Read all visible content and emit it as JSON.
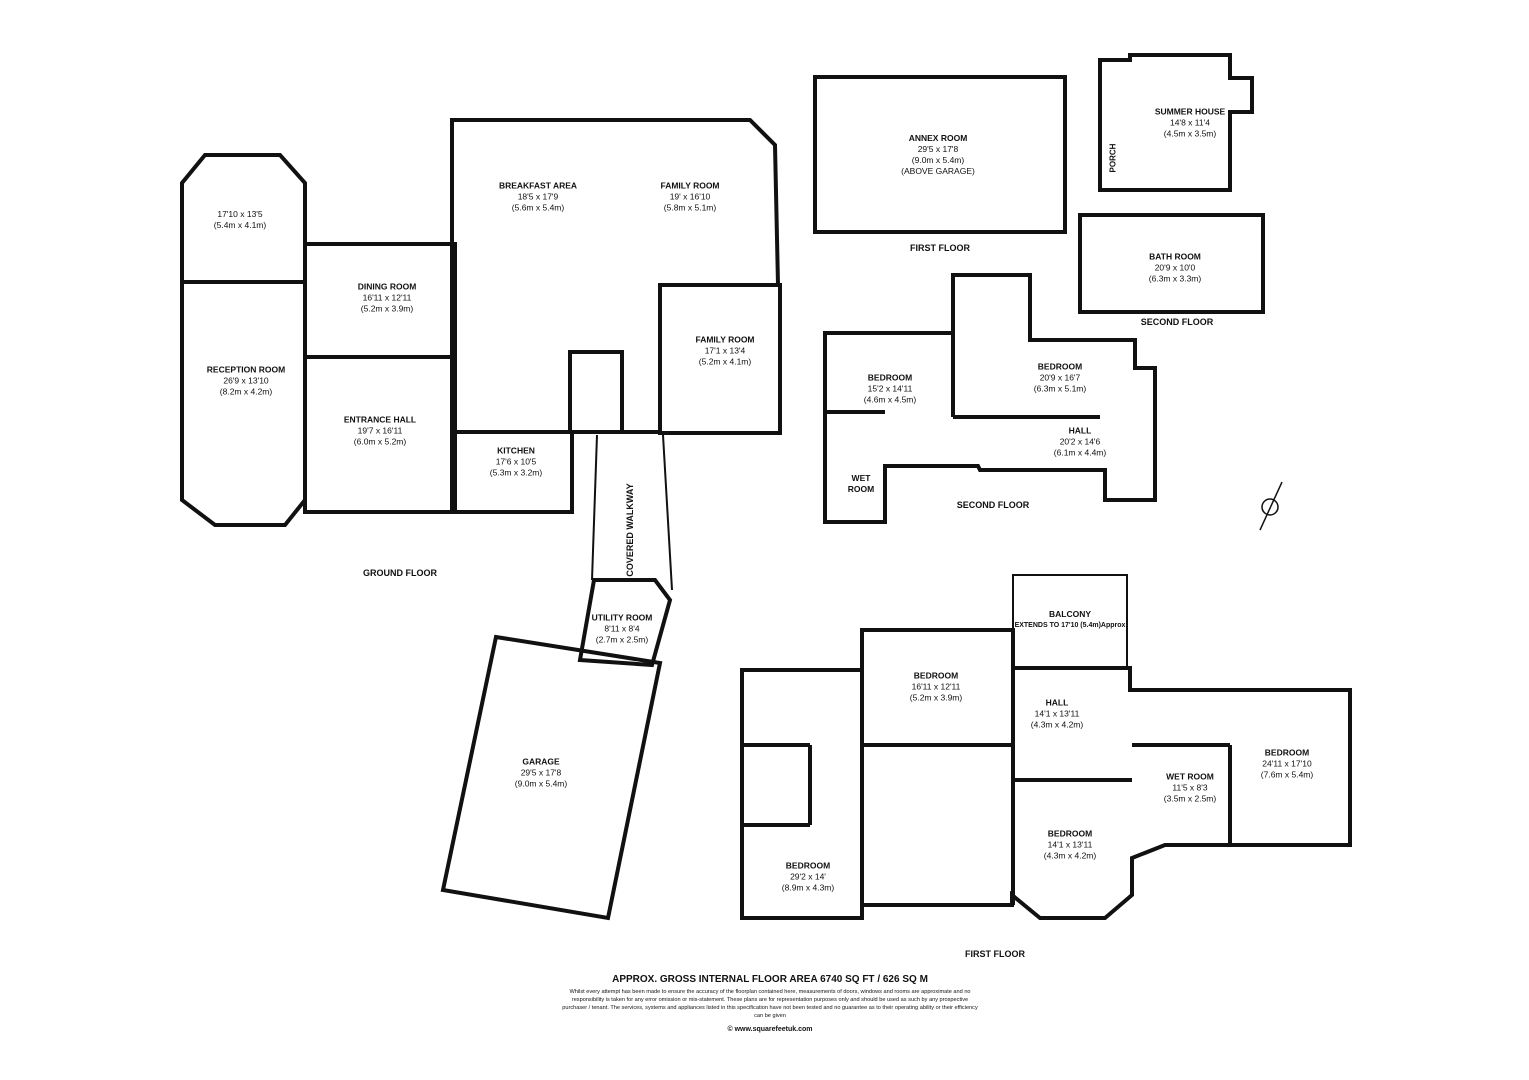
{
  "ground_floor": {
    "label": "GROUND FLOOR",
    "rooms": [
      {
        "name": "",
        "size": "17'10 x 13'5",
        "metric": "(5.4m x 4.1m)"
      },
      {
        "name": "DINING ROOM",
        "size": "16'11 x 12'11",
        "metric": "(5.2m x 3.9m)"
      },
      {
        "name": "RECEPTION ROOM",
        "size": "26'9 x 13'10",
        "metric": "(8.2m x 4.2m)"
      },
      {
        "name": "ENTRANCE HALL",
        "size": "19'7 x 16'11",
        "metric": "(6.0m x 5.2m)"
      },
      {
        "name": "BREAKFAST AREA",
        "size": "18'5 x 17'9",
        "metric": "(5.6m x 5.4m)"
      },
      {
        "name": "FAMILY ROOM",
        "size": "19' x 16'10",
        "metric": "(5.8m x 5.1m)"
      },
      {
        "name": "FAMILY ROOM",
        "size": "17'1 x 13'4",
        "metric": "(5.2m x 4.1m)"
      },
      {
        "name": "KITCHEN",
        "size": "17'6 x 10'5",
        "metric": "(5.3m x 3.2m)"
      },
      {
        "name": "UTILITY ROOM",
        "size": "8'11 x 8'4",
        "metric": "(2.7m x 2.5m)"
      },
      {
        "name": "GARAGE",
        "size": "29'5 x 17'8",
        "metric": "(9.0m x 5.4m)"
      }
    ],
    "walkway": "COVERED WALKWAY"
  },
  "annex": {
    "label": "FIRST FLOOR",
    "room": {
      "name": "ANNEX ROOM",
      "size": "29'5 x 17'8",
      "metric": "(9.0m x 5.4m)",
      "note": "(ABOVE GARAGE)"
    }
  },
  "summer_house": {
    "name": "SUMMER HOUSE",
    "size": "14'8 x 11'4",
    "metric": "(4.5m x 3.5m)",
    "porch": "PORCH"
  },
  "bath_room": {
    "name": "BATH ROOM",
    "size": "20'9 x 10'0",
    "metric": "(6.3m x 3.3m)",
    "label": "SECOND FLOOR"
  },
  "second_floor": {
    "label": "SECOND FLOOR",
    "rooms": [
      {
        "name": "BEDROOM",
        "size": "15'2 x 14'11",
        "metric": "(4.6m x 4.5m)"
      },
      {
        "name": "BEDROOM",
        "size": "20'9 x 16'7",
        "metric": "(6.3m x 5.1m)"
      },
      {
        "name": "HALL",
        "size": "20'2 x 14'6",
        "metric": "(6.1m x 4.4m)"
      },
      {
        "name": "WET ROOM",
        "size": "",
        "metric": ""
      }
    ]
  },
  "first_floor": {
    "label": "FIRST FLOOR",
    "balcony": {
      "name": "BALCONY",
      "note": "EXTENDS TO 17'10 (5.4m)Approx"
    },
    "rooms": [
      {
        "name": "BEDROOM",
        "size": "16'11 x 12'11",
        "metric": "(5.2m x 3.9m)"
      },
      {
        "name": "HALL",
        "size": "14'1 x 13'11",
        "metric": "(4.3m x 4.2m)"
      },
      {
        "name": "BEDROOM",
        "size": "24'11 x 17'10",
        "metric": "(7.6m x 5.4m)"
      },
      {
        "name": "WET ROOM",
        "size": "11'5 x 8'3",
        "metric": "(3.5m x 2.5m)"
      },
      {
        "name": "BEDROOM",
        "size": "14'1 x 13'11",
        "metric": "(4.3m x 4.2m)"
      },
      {
        "name": "BEDROOM",
        "size": "29'2 x 14'",
        "metric": "(8.9m x 4.3m)"
      }
    ]
  },
  "footer": {
    "title": "APPROX. GROSS INTERNAL FLOOR AREA 6740 SQ FT / 626 SQ M",
    "disclaimer": "Whilst every attempt has been made to ensure the accuracy of the floorplan contained here, measurements of doors, windows and rooms are approximate and no responsibility is taken for any error omission or mis-statement. These plans are for representation purposes only and should be used as such by any prospective purchaser / tenant. The services, systems and appliances listed in this specification have not been tested and no guarantee as to their operating ability or their efficiency can be given",
    "website": "© www.squarefeetuk.com"
  },
  "colors": {
    "wall": "#111111",
    "background": "#ffffff"
  }
}
